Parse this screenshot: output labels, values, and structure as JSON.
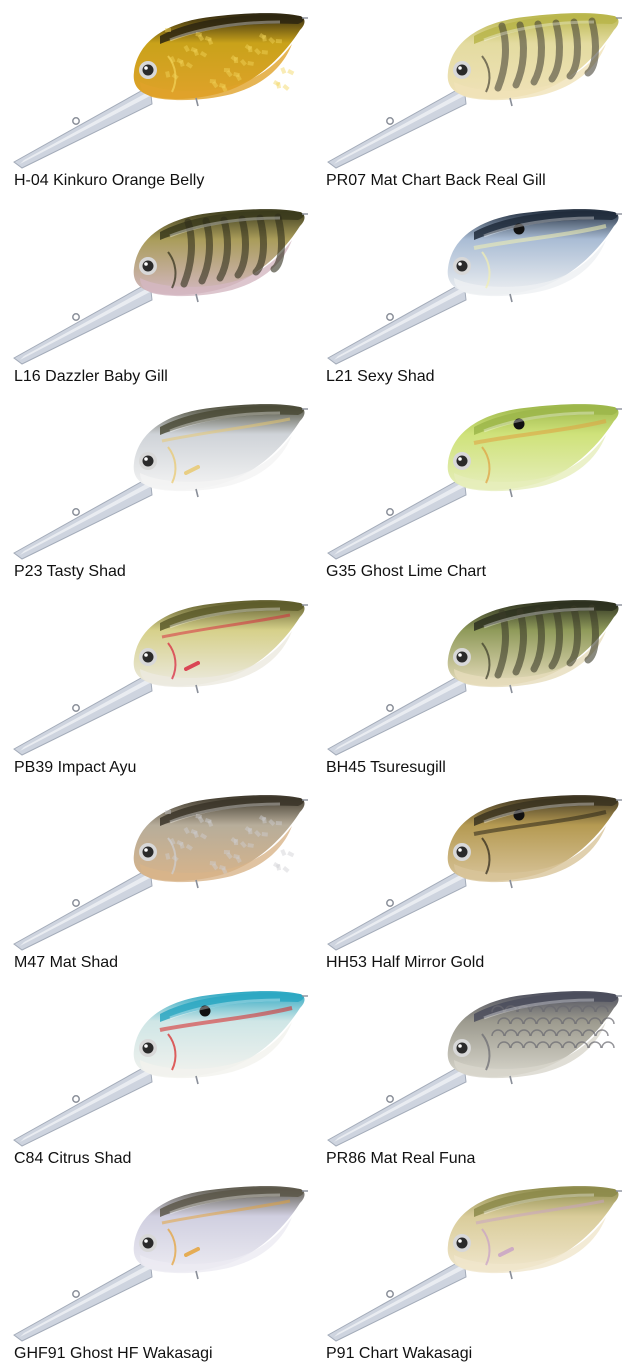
{
  "colors": {
    "lip": "#c9d0dc",
    "lip_edge": "#9aa3b2",
    "line_tie": "#8a8f99",
    "eye_ring": "#d8d8d8",
    "eye": "#2a2a2a"
  },
  "lures": [
    {
      "name": "H-04 Kinkuro Orange Belly",
      "back": "#2b2410",
      "body": "#c9a21a",
      "belly": "#e0a22a",
      "accent": "#f2d45a",
      "pattern": "flake"
    },
    {
      "name": "PR07 Mat Chart Back Real Gill",
      "back": "#b8b54a",
      "body": "#e3dba0",
      "belly": "#f0e2b8",
      "accent": "#4a4638",
      "pattern": "bars"
    },
    {
      "name": "L16 Dazzler Baby Gill",
      "back": "#3a3a1c",
      "body": "#a99c5a",
      "belly": "#d4b8c2",
      "accent": "#2f2d1a",
      "pattern": "bars"
    },
    {
      "name": "L21 Sexy Shad",
      "back": "#1e2a3a",
      "body": "#a9bcd4",
      "belly": "#eef0f2",
      "accent": "#f2f0b0",
      "pattern": "dot"
    },
    {
      "name": "P23 Tasty Shad",
      "back": "#4a4a36",
      "body": "#cfd3d8",
      "belly": "#f4f4f4",
      "accent": "#e9c86a",
      "pattern": "plain"
    },
    {
      "name": "G35 Ghost Lime Chart",
      "back": "#9cb64a",
      "body": "#cfe27a",
      "belly": "#e6eebc",
      "accent": "#e0a040",
      "pattern": "dot"
    },
    {
      "name": "PB39 Impact Ayu",
      "back": "#5c5a2a",
      "body": "#d6d08a",
      "belly": "#eceae0",
      "accent": "#d8203a",
      "pattern": "plain"
    },
    {
      "name": "BH45 Tsuresugill",
      "back": "#2b2f1e",
      "body": "#8f9a5a",
      "belly": "#e6dcbc",
      "accent": "#3a3a28",
      "pattern": "bars"
    },
    {
      "name": "M47 Mat Shad",
      "back": "#3a3428",
      "body": "#b7ad9a",
      "belly": "#d8b48a",
      "accent": "#cfcfd2",
      "pattern": "flake"
    },
    {
      "name": "HH53 Half Mirror Gold",
      "back": "#3a3220",
      "body": "#b59a52",
      "belly": "#d8c49a",
      "accent": "#2a2418",
      "pattern": "dot"
    },
    {
      "name": "C84 Citrus Shad",
      "back": "#2aa7c2",
      "body": "#cfe6e6",
      "belly": "#f2f2ee",
      "accent": "#d82020",
      "pattern": "dot"
    },
    {
      "name": "PR86 Mat Real Funa",
      "back": "#4a4c5c",
      "body": "#9c9a8e",
      "belly": "#d8d6cc",
      "accent": "#6a6a70",
      "pattern": "scales"
    },
    {
      "name": "GHF91 Ghost HF Wakasagi",
      "back": "#5a5648",
      "body": "#d0cfe0",
      "belly": "#ecebf2",
      "accent": "#e6a030",
      "pattern": "plain"
    },
    {
      "name": "P91 Chart Wakasagi",
      "back": "#8c8a4a",
      "body": "#d9cc9a",
      "belly": "#f0e6cc",
      "accent": "#c8a0c8",
      "pattern": "plain"
    }
  ]
}
